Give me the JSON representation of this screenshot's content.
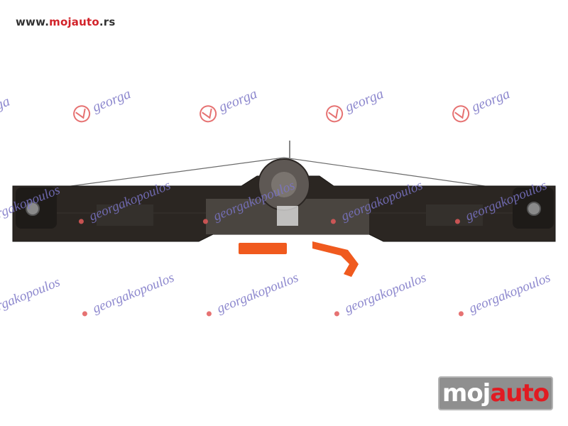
{
  "site_url": {
    "prefix": "www.",
    "brand": "mojauto",
    "suffix": ".rs"
  },
  "watermarks": {
    "logo_text": "georga",
    "long_text": "georgakopoulos"
  },
  "footer_logo": {
    "part1": "moj",
    "part2": "auto"
  },
  "colors": {
    "watermark": "#7a74c6",
    "brand_red": "#d2232a",
    "rail": "#2b2622",
    "clip": "#f05a1e"
  },
  "product": {
    "type": "window-regulator-icon"
  }
}
